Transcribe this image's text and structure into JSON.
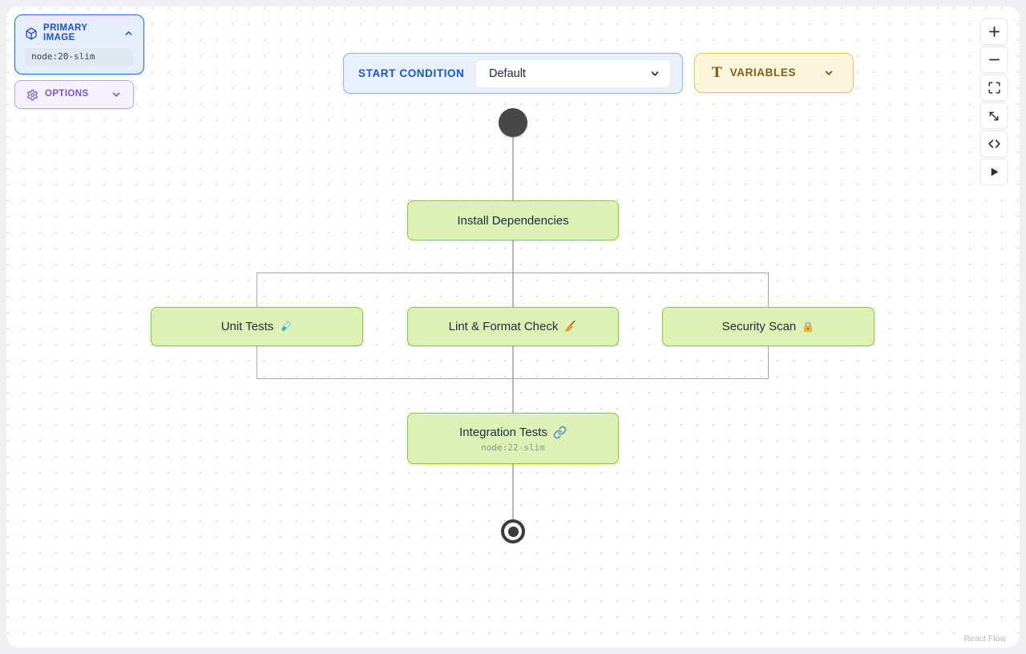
{
  "sidebar": {
    "primary_image": {
      "title": "PRIMARY IMAGE",
      "icon": "box-icon",
      "chevron": "chevron-up-icon",
      "value": "node:20-slim"
    },
    "options": {
      "title": "OPTIONS",
      "icon": "gear-icon",
      "chevron": "chevron-down-icon"
    }
  },
  "header": {
    "start_condition": {
      "label": "START CONDITION",
      "selected_option": "Default",
      "chevron": "chevron-down-icon"
    },
    "variables": {
      "title": "VARIABLES",
      "icon": "type-icon",
      "chevron": "chevron-down-icon"
    }
  },
  "toolbar": {
    "buttons": [
      {
        "name": "zoom-in",
        "icon": "plus-icon"
      },
      {
        "name": "zoom-out",
        "icon": "minus-icon"
      },
      {
        "name": "fit-view",
        "icon": "fit-view-icon"
      },
      {
        "name": "expand",
        "icon": "diagonal-resize-icon"
      },
      {
        "name": "view-code",
        "icon": "code-icon"
      },
      {
        "name": "run",
        "icon": "play-icon"
      }
    ]
  },
  "flow": {
    "start_node": {
      "type": "start"
    },
    "end_node": {
      "type": "end"
    },
    "nodes": {
      "install": {
        "label": "Install Dependencies"
      },
      "unit_tests": {
        "label": "Unit Tests",
        "icon": "test-tube-icon"
      },
      "lint": {
        "label": "Lint & Format Check",
        "icon": "broom-icon"
      },
      "security": {
        "label": "Security Scan",
        "icon": "lock-icon"
      },
      "integration": {
        "label": "Integration Tests",
        "icon": "link-icon",
        "subtitle": "node:22-slim"
      }
    }
  },
  "attribution": "React Flow",
  "colors": {
    "accent_blue": "#1d4ed8",
    "panel_blue_bg": "#e7f0fb",
    "accent_purple": "#7a55d0",
    "accent_amber": "#8a5c10",
    "variables_bg": "#fdf6dc",
    "variables_border": "#e5c95e",
    "node_fill": "#dcf1b3",
    "node_border": "#8cc63f",
    "node_text": "#1d2b45",
    "edge_gray": "#b6b6bc",
    "start_circle": "#474747"
  }
}
